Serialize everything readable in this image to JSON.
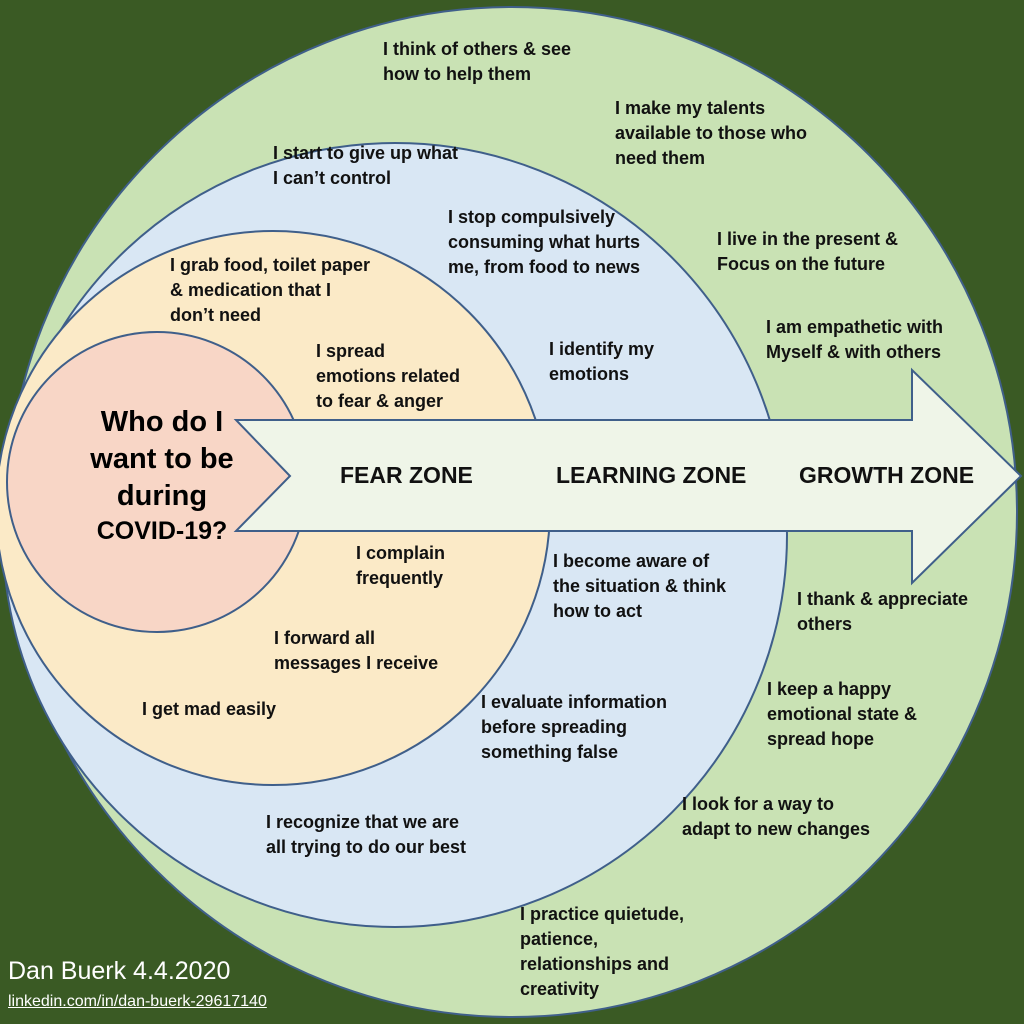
{
  "colors": {
    "background": "#3a5a24",
    "growth_zone_fill": "#c9e2b4",
    "learning_zone_fill": "#d9e7f4",
    "fear_zone_fill": "#fbeac7",
    "center_fill": "#f8d6c6",
    "circle_stroke": "#3f5f8a",
    "arrow_fill": "#eff5e8"
  },
  "center": {
    "line1": "Who do I",
    "line2": "want to be",
    "line3": "during",
    "line4": "COVID-19?"
  },
  "zones": {
    "fear": "FEAR ZONE",
    "learning": "LEARNING ZONE",
    "growth": "GROWTH ZONE"
  },
  "fear_items": {
    "grab": "I grab food, toilet paper\n& medication that I\ndon’t need",
    "spread": "I  spread\nemotions related\nto fear & anger",
    "complain": "I  complain\nfrequently",
    "forward": "I  forward all\nmessages I receive",
    "mad": "I get mad easily"
  },
  "learning_items": {
    "give_up": "I start to give up what\nI can’t control",
    "stop": "I stop compulsively\nconsuming what hurts\nme, from food to news",
    "identify": "I  identify my\nemotions",
    "aware": "I become aware of\nthe situation & think\nhow to act",
    "evaluate": "I evaluate information\nbefore spreading\nsomething false",
    "recognize": "I recognize that we are\nall trying to do our best"
  },
  "growth_items": {
    "others": "I think of others & see\nhow to help them",
    "talents": "I make my talents\navailable to those who\nneed them",
    "present": "I live in the present &\nFocus on the future",
    "empathetic": "I am empathetic with\nMyself & with others",
    "thank": "I thank & appreciate\nothers",
    "happy": "I keep a happy\nemotional state &\nspread hope",
    "adapt": "I look for a way to\nadapt to new changes",
    "quietude": "I practice quietude,\npatience,\nrelationships and\ncreativity"
  },
  "credit": {
    "name": "Dan Buerk 4.4.2020",
    "link": "linkedin.com/in/dan-buerk-29617140"
  }
}
